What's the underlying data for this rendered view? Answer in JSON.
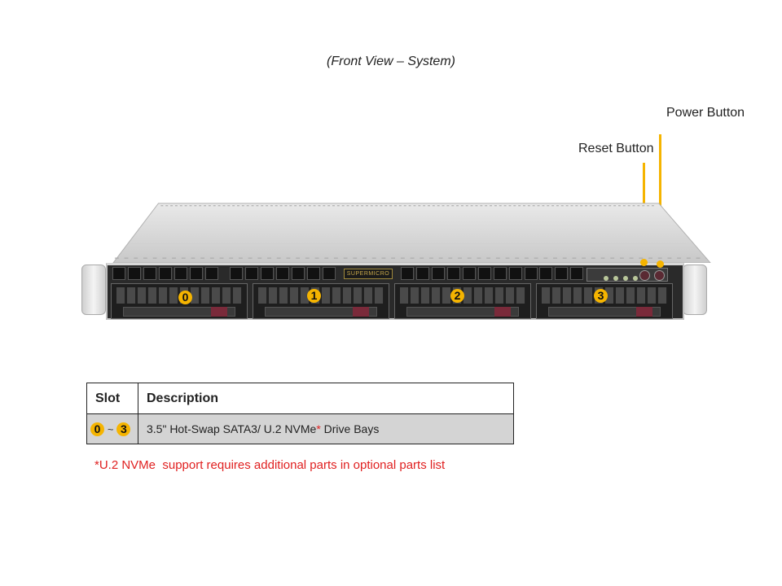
{
  "caption": "(Front View – System)",
  "callouts": {
    "power": "Power Button",
    "reset": "Reset Button"
  },
  "chassis": {
    "logo_text": "SUPERMICRO",
    "bays": [
      {
        "label": "0"
      },
      {
        "label": "1"
      },
      {
        "label": "2"
      },
      {
        "label": "3"
      }
    ]
  },
  "table": {
    "headers": {
      "slot": "Slot",
      "description": "Description"
    },
    "rows": [
      {
        "slot_start": "0",
        "slot_sep": "~",
        "slot_end": "3",
        "description": "3.5\" Hot-Swap SATA3/ U.2 NVMe",
        "description_mark": "*",
        "description_suffix": " Drive Bays"
      }
    ]
  },
  "footnote": "*U.2 NVMe  support requires additional parts in optional parts list",
  "colors": {
    "accent": "#f5b400",
    "footnote": "#e02020",
    "row_bg": "#d4d4d4"
  }
}
